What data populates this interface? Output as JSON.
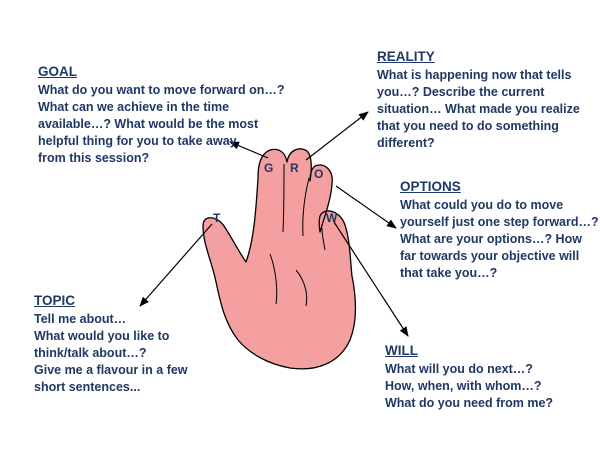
{
  "colors": {
    "text": "#1f3864",
    "hand_fill": "#f4a0a0",
    "hand_stroke": "#000000",
    "arrow": "#000000"
  },
  "finger_letters": {
    "thumb": "T",
    "index": "G",
    "middle": "R",
    "ring": "O",
    "little": "W"
  },
  "goal": {
    "heading": "GOAL",
    "lines": [
      "What do you want to move forward on…?",
      "What can we achieve in the time",
      "available…? What would be the most",
      "helpful thing for you to take away",
      "from this session?"
    ]
  },
  "reality": {
    "heading": "REALITY",
    "lines": [
      "What is happening now that tells",
      "you…? Describe the current",
      "situation… What made you realize",
      "that you need to do something",
      "different?"
    ]
  },
  "options": {
    "heading": "OPTIONS",
    "lines": [
      "What could you do to move",
      "yourself just one step forward…?",
      "What are your options…? How",
      "far towards your objective will",
      "that take you…?"
    ]
  },
  "topic": {
    "heading": "TOPIC",
    "lines": [
      "Tell me about…",
      "What would you like to",
      "think/talk about…?",
      "Give me a flavour in a few",
      "short sentences..."
    ]
  },
  "will": {
    "heading": "WILL",
    "lines": [
      "What will you do next…?",
      "How, when, with whom…?",
      "What do you need from me?"
    ]
  }
}
